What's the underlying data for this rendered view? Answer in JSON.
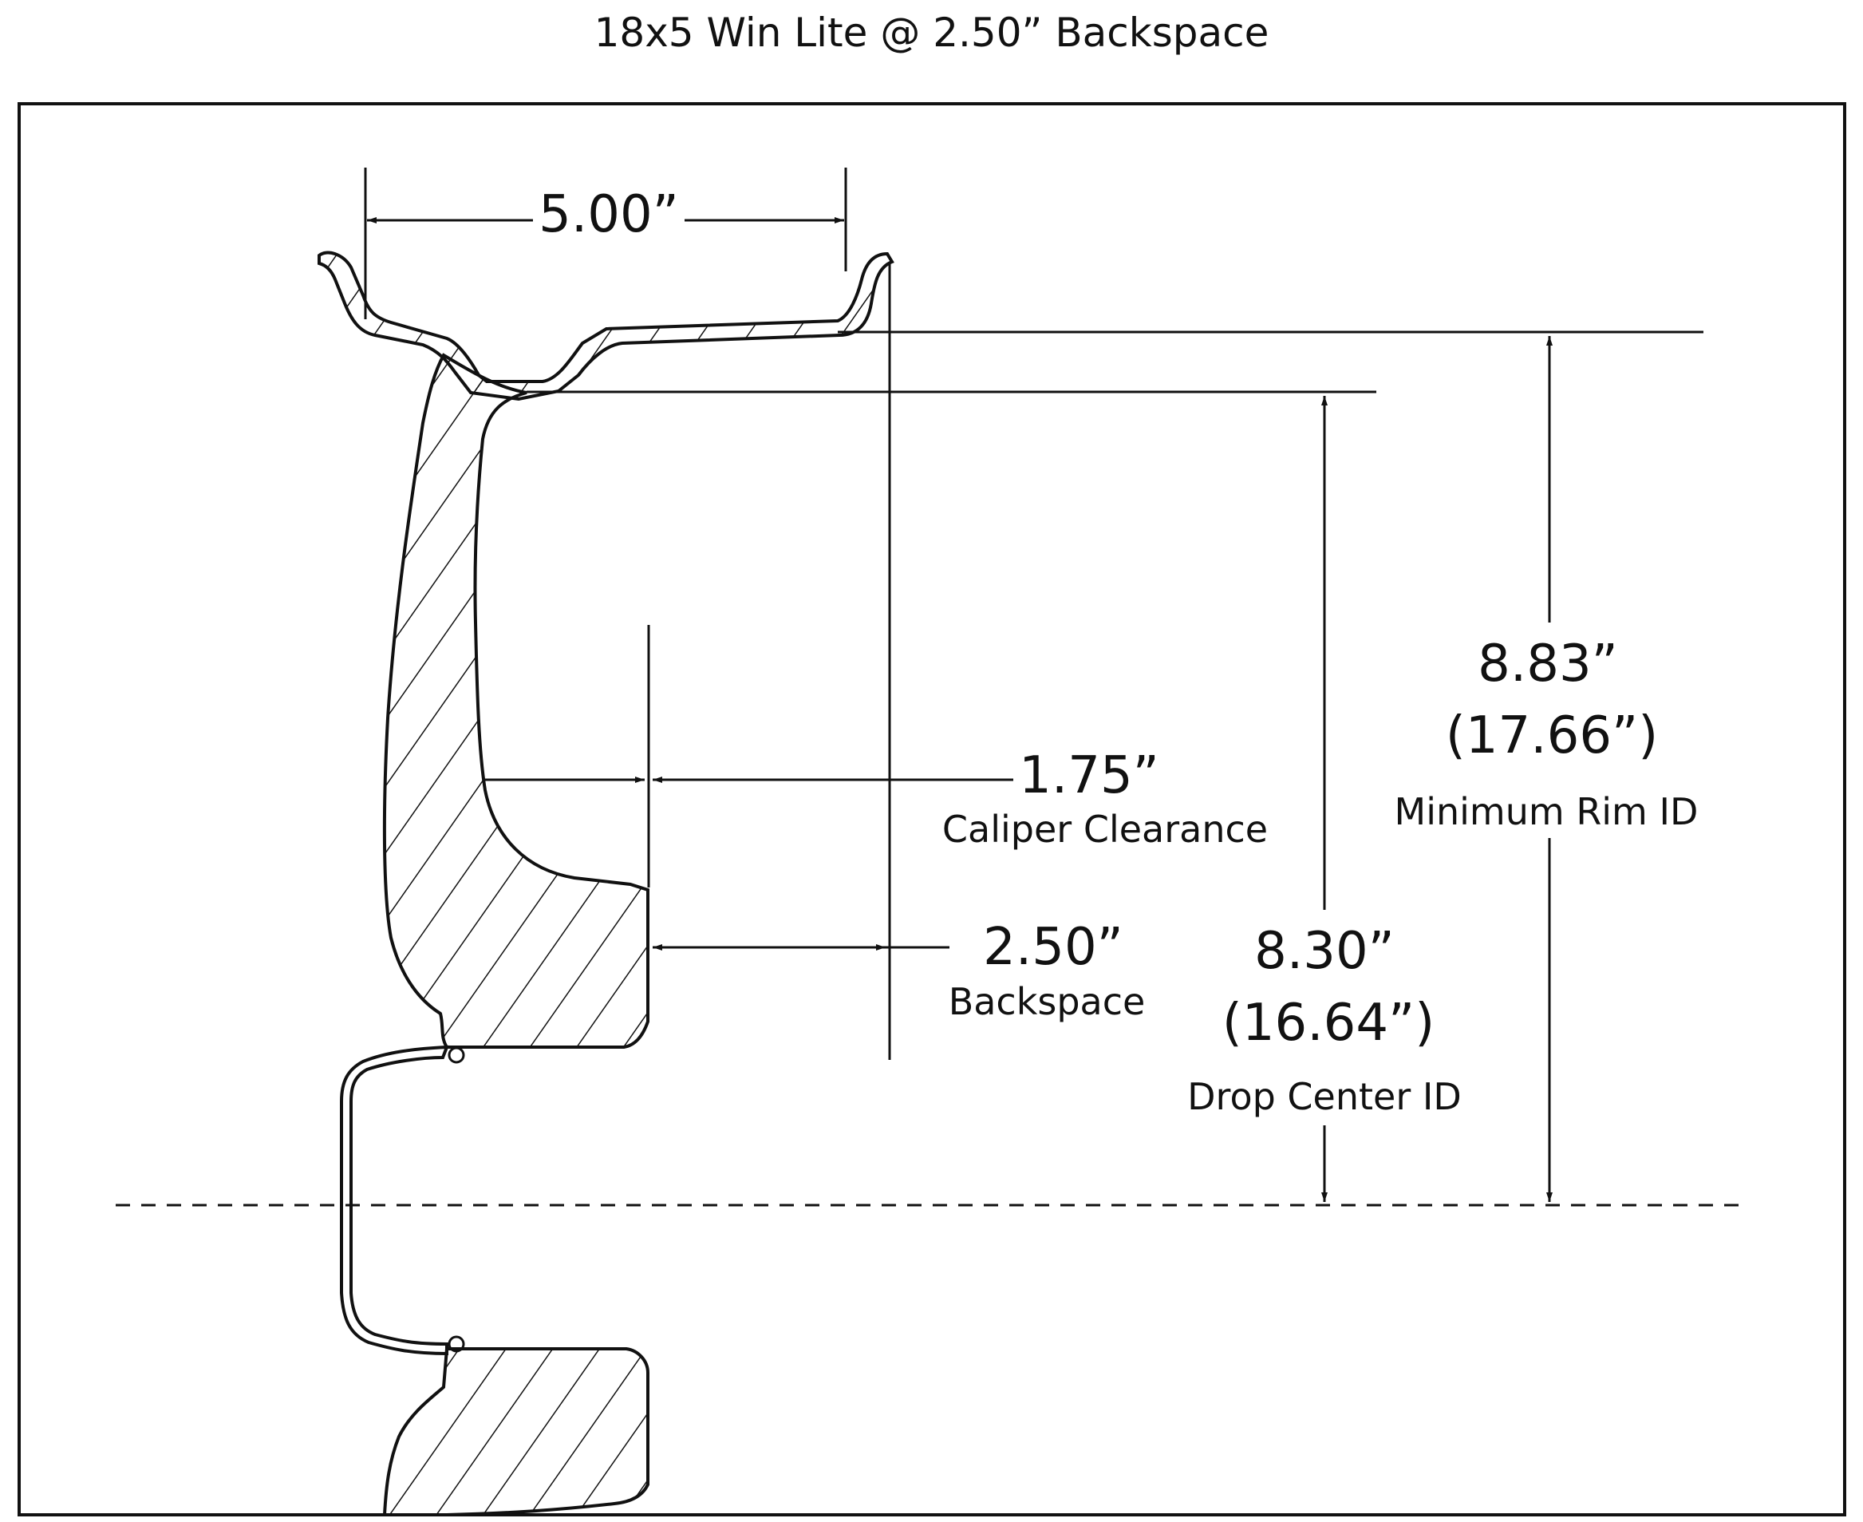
{
  "title": "18x5 Win Lite @ 2.50” Backspace",
  "dimensions": {
    "width": {
      "value": "5.00”"
    },
    "caliper": {
      "value": "1.75”",
      "caption": "Caliper Clearance"
    },
    "backspace": {
      "value": "2.50”",
      "caption": "Backspace"
    },
    "drop_center": {
      "value": "8.30”",
      "diameter": "(16.64”)",
      "caption": "Drop Center ID"
    },
    "rim_id": {
      "value": "8.83”",
      "diameter": "(17.66”)",
      "caption": "Minimum Rim ID"
    }
  }
}
